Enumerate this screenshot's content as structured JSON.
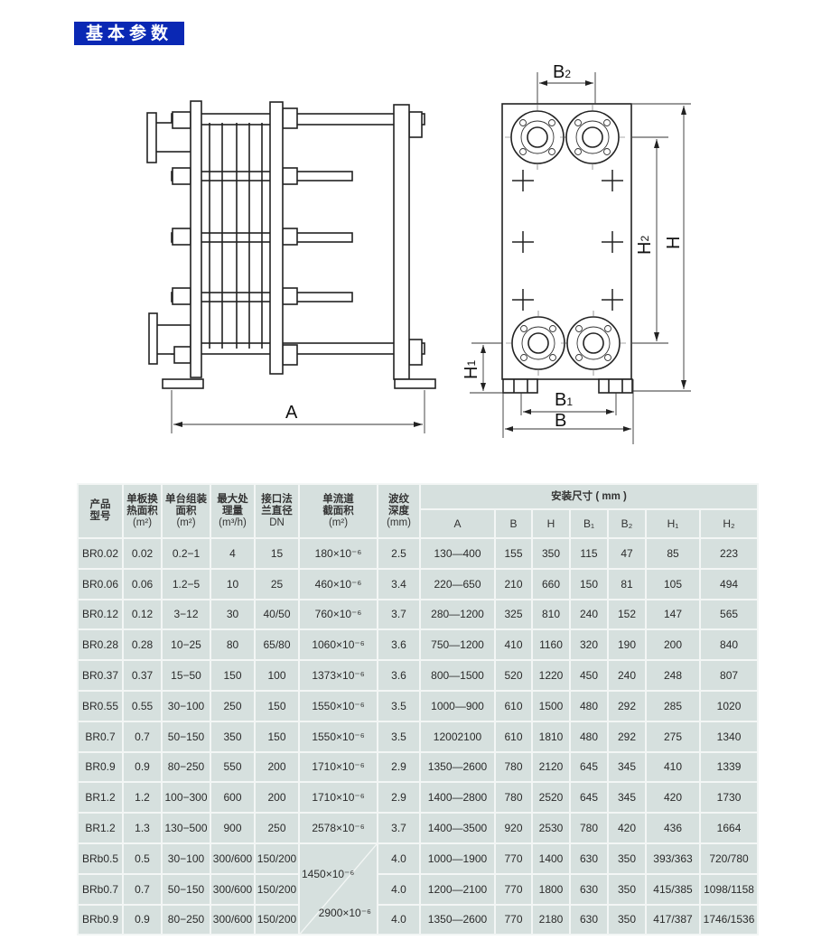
{
  "title": "基本参数",
  "side_view": {
    "dim_a": "A"
  },
  "front_view": {
    "b2": {
      "main": "B",
      "sub": "2"
    },
    "h": {
      "main": "H"
    },
    "h2": {
      "main": "H",
      "sub": "2"
    },
    "h1": {
      "main": "H",
      "sub": "1"
    },
    "b1": {
      "main": "B",
      "sub": "1"
    },
    "b": {
      "main": "B"
    }
  },
  "table": {
    "headers": [
      [
        "产品",
        "型号"
      ],
      [
        "单板换",
        "热面积",
        "(m²)"
      ],
      [
        "单台组装",
        "面积",
        "(m²)"
      ],
      [
        "最大处",
        "理量",
        "(m³/h)"
      ],
      [
        "接口法",
        "兰直径",
        "DN"
      ],
      [
        "单流道",
        "截面积",
        "(m²)"
      ],
      [
        "波纹",
        "深度",
        "(mm)"
      ]
    ],
    "group_header": "安装尺寸 ( mm )",
    "dim_headers": [
      "A",
      "B",
      "H",
      "B₁",
      "B₂",
      "H₁",
      "H₂"
    ],
    "rows": [
      [
        "BR0.02",
        "0.02",
        "0.2−1",
        "4",
        "15",
        "180×10⁻⁶",
        "2.5",
        "130—400",
        "155",
        "350",
        "115",
        "47",
        "85",
        "223"
      ],
      [
        "BR0.06",
        "0.06",
        "1.2−5",
        "10",
        "25",
        "460×10⁻⁶",
        "3.4",
        "220—650",
        "210",
        "660",
        "150",
        "81",
        "105",
        "494"
      ],
      [
        "BR0.12",
        "0.12",
        "3−12",
        "30",
        "40/50",
        "760×10⁻⁶",
        "3.7",
        "280—1200",
        "325",
        "810",
        "240",
        "152",
        "147",
        "565"
      ],
      [
        "BR0.28",
        "0.28",
        "10−25",
        "80",
        "65/80",
        "1060×10⁻⁶",
        "3.6",
        "750—1200",
        "410",
        "1160",
        "320",
        "190",
        "200",
        "840"
      ],
      [
        "BR0.37",
        "0.37",
        "15−50",
        "150",
        "100",
        "1373×10⁻⁶",
        "3.6",
        "800—1500",
        "520",
        "1220",
        "450",
        "240",
        "248",
        "807"
      ],
      [
        "BR0.55",
        "0.55",
        "30−100",
        "250",
        "150",
        "1550×10⁻⁶",
        "3.5",
        "1000—900",
        "610",
        "1500",
        "480",
        "292",
        "285",
        "1020"
      ],
      [
        "BR0.7",
        "0.7",
        "50−150",
        "350",
        "150",
        "1550×10⁻⁶",
        "3.5",
        "12002100",
        "610",
        "1810",
        "480",
        "292",
        "275",
        "1340"
      ],
      [
        "BR0.9",
        "0.9",
        "80−250",
        "550",
        "200",
        "1710×10⁻⁶",
        "2.9",
        "1350—2600",
        "780",
        "2120",
        "645",
        "345",
        "410",
        "1339"
      ],
      [
        "BR1.2",
        "1.2",
        "100−300",
        "600",
        "200",
        "1710×10⁻⁶",
        "2.9",
        "1400—2800",
        "780",
        "2520",
        "645",
        "345",
        "420",
        "1730"
      ],
      [
        "BR1.2",
        "1.3",
        "130−500",
        "900",
        "250",
        "2578×10⁻⁶",
        "3.7",
        "1400—3500",
        "920",
        "2530",
        "780",
        "420",
        "436",
        "1664"
      ],
      [
        "BRb0.5",
        "0.5",
        "30−100",
        "300/600",
        "150/200",
        null,
        "4.0",
        "1000—1900",
        "770",
        "1400",
        "630",
        "350",
        "393/363",
        "720/780"
      ],
      [
        "BRb0.7",
        "0.7",
        "50−150",
        "300/600",
        "150/200",
        null,
        "4.0",
        "1200—2100",
        "770",
        "1800",
        "630",
        "350",
        "415/385",
        "1098/1158"
      ],
      [
        "BRb0.9",
        "0.9",
        "80−250",
        "300/600",
        "150/200",
        null,
        "4.0",
        "1350—2600",
        "770",
        "2180",
        "630",
        "350",
        "417/387",
        "1746/1536"
      ]
    ],
    "merged_cross_section": {
      "upper": "1450×10⁻⁶",
      "lower": "2900×10⁻⁶"
    }
  }
}
